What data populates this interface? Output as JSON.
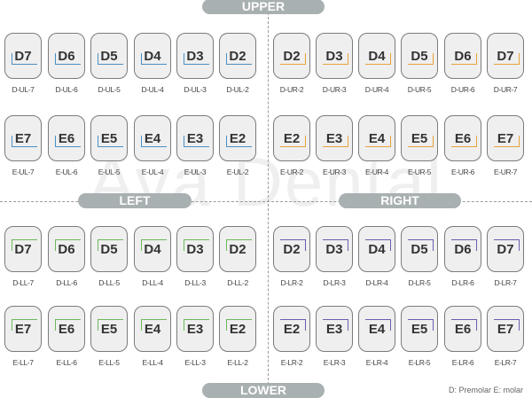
{
  "watermark": "Ava Dental",
  "sections": {
    "upper": "UPPER",
    "lower": "LOWER",
    "left": "LEFT",
    "right": "RIGHT"
  },
  "legend": "D: Premolar E: molar",
  "colors": {
    "ul": "#4a8fc4",
    "ur": "#e8a23a",
    "ll": "#6cb85a",
    "lr": "#6a5fb0"
  },
  "rows": [
    {
      "quad": "ul",
      "teeth": [
        [
          "D7",
          "D-UL-7"
        ],
        [
          "D6",
          "D-UL-6"
        ],
        [
          "D5",
          "D-UL-5"
        ],
        [
          "D4",
          "D-UL-4"
        ],
        [
          "D3",
          "D-UL-3"
        ],
        [
          "D2",
          "D-UL-2"
        ]
      ]
    },
    {
      "quad": "ur",
      "teeth": [
        [
          "D2",
          "D-UR-2"
        ],
        [
          "D3",
          "D-UR-3"
        ],
        [
          "D4",
          "D-UR-4"
        ],
        [
          "D5",
          "D-UR-5"
        ],
        [
          "D6",
          "D-UR-6"
        ],
        [
          "D7",
          "D-UR-7"
        ]
      ]
    },
    {
      "quad": "ul",
      "teeth": [
        [
          "E7",
          "E-UL-7"
        ],
        [
          "E6",
          "E-UL-6"
        ],
        [
          "E5",
          "E-UL-5"
        ],
        [
          "E4",
          "E-UL-4"
        ],
        [
          "E3",
          "E-UL-3"
        ],
        [
          "E2",
          "E-UL-2"
        ]
      ]
    },
    {
      "quad": "ur",
      "teeth": [
        [
          "E2",
          "E-UR-2"
        ],
        [
          "E3",
          "E-UR-3"
        ],
        [
          "E4",
          "E-UR-4"
        ],
        [
          "E5",
          "E-UR-5"
        ],
        [
          "E6",
          "E-UR-6"
        ],
        [
          "E7",
          "E-UR-7"
        ]
      ]
    },
    {
      "quad": "ll",
      "teeth": [
        [
          "D7",
          "D-LL-7"
        ],
        [
          "D6",
          "D-LL-6"
        ],
        [
          "D5",
          "D-LL-5"
        ],
        [
          "D4",
          "D-LL-4"
        ],
        [
          "D3",
          "D-LL-3"
        ],
        [
          "D2",
          "D-LL-2"
        ]
      ]
    },
    {
      "quad": "lr",
      "teeth": [
        [
          "D2",
          "D-LR-2"
        ],
        [
          "D3",
          "D-LR-3"
        ],
        [
          "D4",
          "D-LR-4"
        ],
        [
          "D5",
          "D-LR-5"
        ],
        [
          "D6",
          "D-LR-6"
        ],
        [
          "D7",
          "D-LR-7"
        ]
      ]
    },
    {
      "quad": "ll",
      "teeth": [
        [
          "E7",
          "E-LL-7"
        ],
        [
          "E6",
          "E-LL-6"
        ],
        [
          "E5",
          "E-LL-5"
        ],
        [
          "E4",
          "E-LL-4"
        ],
        [
          "E3",
          "E-LL-3"
        ],
        [
          "E2",
          "E-LL-2"
        ]
      ]
    },
    {
      "quad": "lr",
      "teeth": [
        [
          "E2",
          "E-LR-2"
        ],
        [
          "E3",
          "E-LR-3"
        ],
        [
          "E4",
          "E-LR-4"
        ],
        [
          "E5",
          "E-LR-5"
        ],
        [
          "E6",
          "E-LR-6"
        ],
        [
          "E7",
          "E-LR-7"
        ]
      ]
    }
  ]
}
